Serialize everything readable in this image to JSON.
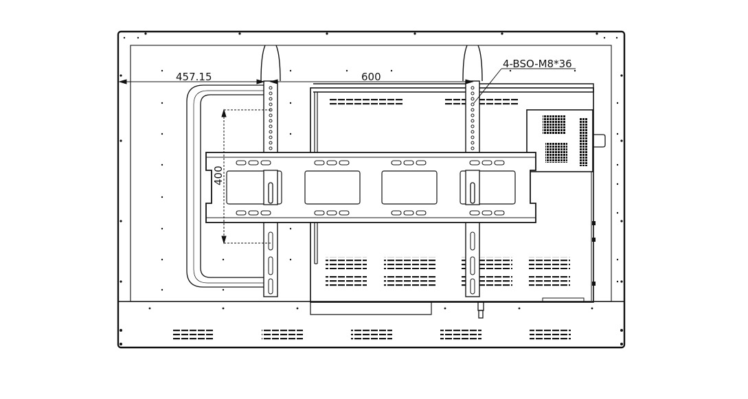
{
  "drawing": {
    "dimensions": {
      "left_offset": "457.15",
      "horizontal_spacing": "600",
      "vertical_spacing": "400"
    },
    "callout": "4-BSO-M8*36"
  },
  "colors": {
    "line": "#111111",
    "background": "#ffffff"
  }
}
